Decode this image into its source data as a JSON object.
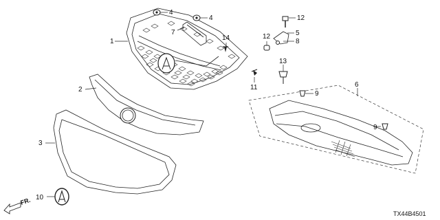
{
  "callouts": [
    "1",
    "2",
    "3",
    "4",
    "4",
    "5",
    "6",
    "7",
    "8",
    "9",
    "9",
    "10",
    "11",
    "12",
    "12",
    "13",
    "14"
  ],
  "direction_label": "FR.",
  "diagram_code": "TX44B4501"
}
